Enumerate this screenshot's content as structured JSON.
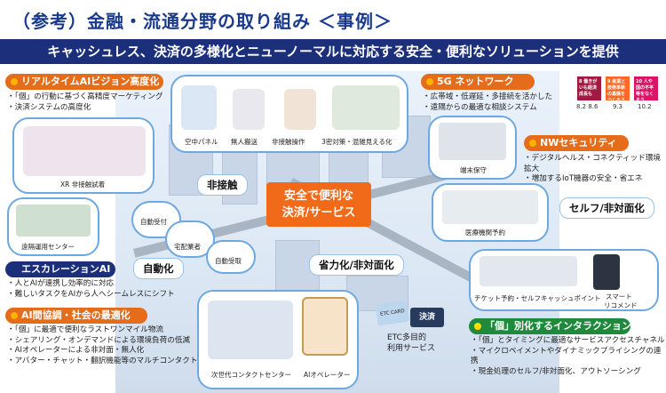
{
  "title": "（参考）金融・流通分野の取り組み ＜事例＞",
  "banner": "キャッシュレス、決済の多様化とニューノーマルに対応する安全・便利なソリューションを提供",
  "center_label": [
    "安全で便利な",
    "決済/サービス"
  ],
  "chips": {
    "hisesshoku": "非接触",
    "jidouka": "自動化",
    "shouryoku": "省力化/非対面化",
    "self": "セルフ/非対面化",
    "kessai": "決済"
  },
  "realtime_ai": {
    "header": "リアルタイムAIビジョン高度化",
    "points": [
      "「個」の行動に基づく高精度マーケティング",
      "決済システムの高度化"
    ],
    "caption": "XR 非接触試着"
  },
  "top_bubble": {
    "captions": [
      "空中パネル",
      "無人搬送",
      "非接触操作",
      "3密対策・混雑見える化"
    ]
  },
  "remote_center": {
    "caption": "遠隔運用センター"
  },
  "delivery": {
    "labels": [
      "自動受付",
      "宅配業者",
      "自動受取"
    ]
  },
  "escalation_ai": {
    "header": "エスカレーションAI",
    "points": [
      "人とAIが連携し効率的に対応",
      "難しいタスクをAIから人へシームレスにシフト"
    ]
  },
  "ai_cooperation": {
    "header": "AI間協調・社会の最適化",
    "points": [
      "「個」に最適で便利なラストワンマイル物流",
      "シェアリング・オンデマンドによる環境負荷の低減",
      "AIオペレーターによる非対面・無人化",
      "アバター・チャット・翻訳機能等のマルチコンタクト"
    ]
  },
  "contact_center": {
    "captions": [
      "次世代コンタクトセンター",
      "AIオペレーター"
    ]
  },
  "etc": {
    "card_label": "ETC CARD",
    "captions": [
      "ETC多目的",
      "利用サービス"
    ]
  },
  "g5": {
    "header": "5G ネットワーク",
    "points": [
      "広帯域・低遅延・多接続を活かした",
      "遠隔からの最適な相談システム"
    ],
    "caption": "端末保守"
  },
  "nw_security": {
    "header": "NWセキュリティ",
    "points": [
      "デジタルヘルス・コネクティッド環境拡大",
      "増加するIoT機器の安全・省エネ"
    ]
  },
  "medical": {
    "caption": "医療機関予約"
  },
  "ticket": {
    "captions": [
      "チケット予約・セルフキャッシュポイント",
      "スマート",
      "リコメンド"
    ]
  },
  "individual": {
    "header": "「個」別化するインタラクション",
    "points": [
      "「個」とタイミングに最適なサービスアクセスチャネル",
      "マイクロペイメントやダイナミックプライシングの連携",
      "現金処理のセルフ/非対面化、アウトソーシング"
    ]
  },
  "sdgs": [
    {
      "label": "8 働きがいも経済成長も",
      "num": "8.2 8.6",
      "color": "#a21942"
    },
    {
      "label": "9 産業と技術革新の基盤をつくろう",
      "num": "9.3",
      "color": "#fd6925"
    },
    {
      "label": "10 人や国の不平等をなくそう",
      "num": "10.2",
      "color": "#dd1367"
    }
  ]
}
